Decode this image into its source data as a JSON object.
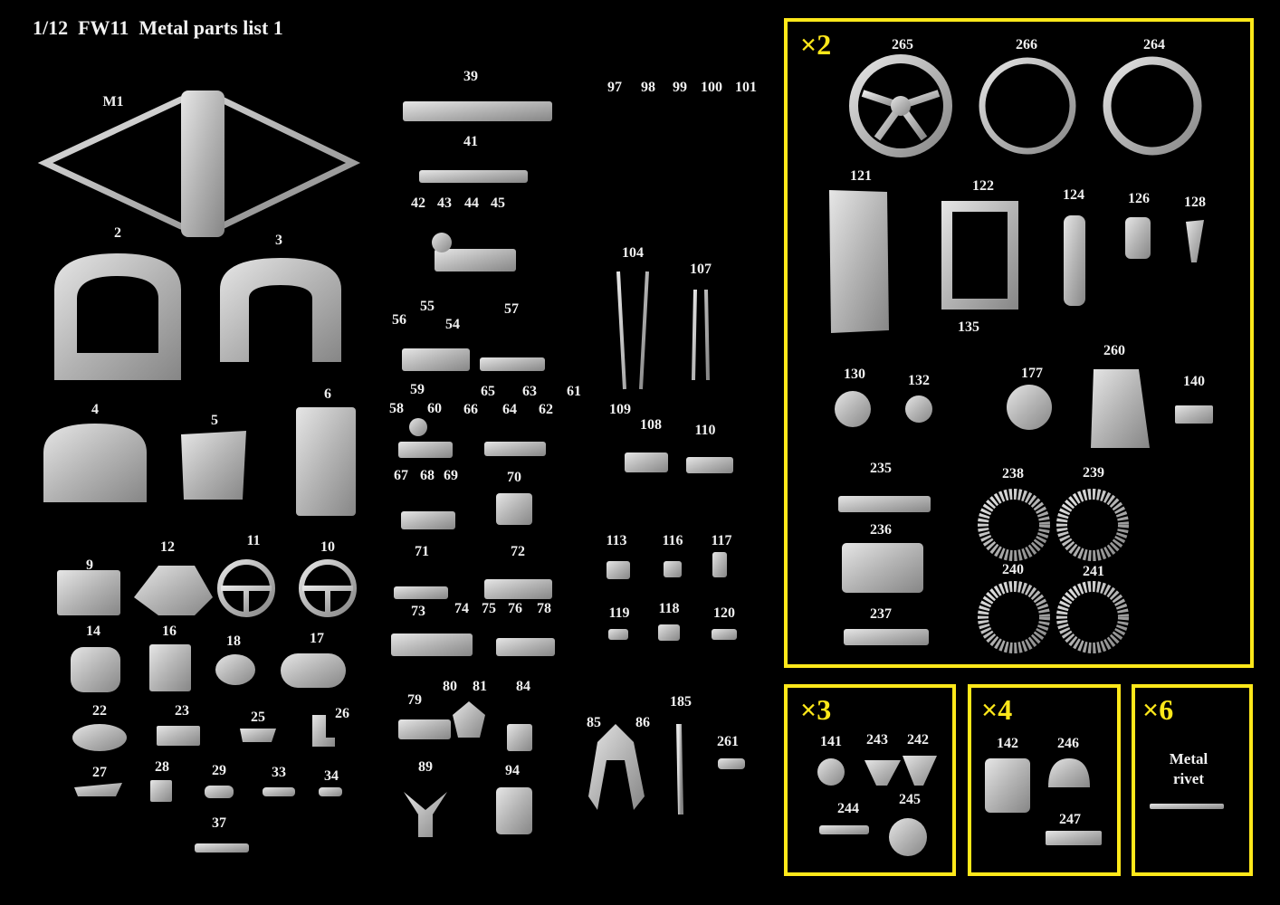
{
  "title": "1/12  FW11  Metal parts list 1",
  "multipliers": {
    "x2": "×2",
    "x3": "×3",
    "x4": "×4",
    "x6": "×6"
  },
  "rivet_text": {
    "line1": "Metal",
    "line2": "rivet"
  },
  "labels": {
    "M1": "M1",
    "2": "2",
    "3": "3",
    "4": "4",
    "5": "5",
    "6": "6",
    "9": "9",
    "10": "10",
    "11": "11",
    "12": "12",
    "14": "14",
    "16": "16",
    "17": "17",
    "18": "18",
    "22": "22",
    "23": "23",
    "25": "25",
    "26": "26",
    "27": "27",
    "28": "28",
    "29": "29",
    "33": "33",
    "34": "34",
    "37": "37",
    "39": "39",
    "41": "41",
    "42": "42",
    "43": "43",
    "44": "44",
    "45": "45",
    "54": "54",
    "55": "55",
    "56": "56",
    "57": "57",
    "58": "58",
    "59": "59",
    "60": "60",
    "61": "61",
    "62": "62",
    "63": "63",
    "64": "64",
    "65": "65",
    "66": "66",
    "67": "67",
    "68": "68",
    "69": "69",
    "70": "70",
    "71": "71",
    "72": "72",
    "73": "73",
    "74": "74",
    "75": "75",
    "76": "76",
    "78": "78",
    "79": "79",
    "80": "80",
    "81": "81",
    "84": "84",
    "85": "85",
    "86": "86",
    "89": "89",
    "94": "94",
    "97": "97",
    "98": "98",
    "99": "99",
    "100": "100",
    "101": "101",
    "104": "104",
    "107": "107",
    "108": "108",
    "109": "109",
    "110": "110",
    "113": "113",
    "116": "116",
    "117": "117",
    "118": "118",
    "119": "119",
    "120": "120",
    "185": "185",
    "261": "261",
    "264": "264",
    "265": "265",
    "266": "266",
    "121": "121",
    "122": "122",
    "124": "124",
    "126": "126",
    "128": "128",
    "135": "135",
    "130": "130",
    "132": "132",
    "177": "177",
    "260": "260",
    "140": "140",
    "235": "235",
    "236": "236",
    "237": "237",
    "238": "238",
    "239": "239",
    "240": "240",
    "241": "241",
    "141": "141",
    "243": "243",
    "242": "242",
    "244": "244",
    "245": "245",
    "142": "142",
    "246": "246",
    "247": "247"
  },
  "colors": {
    "background": "#000000",
    "frame": "#ffe81a",
    "label": "#f0f0f0",
    "metal": "#c8c8c8"
  }
}
